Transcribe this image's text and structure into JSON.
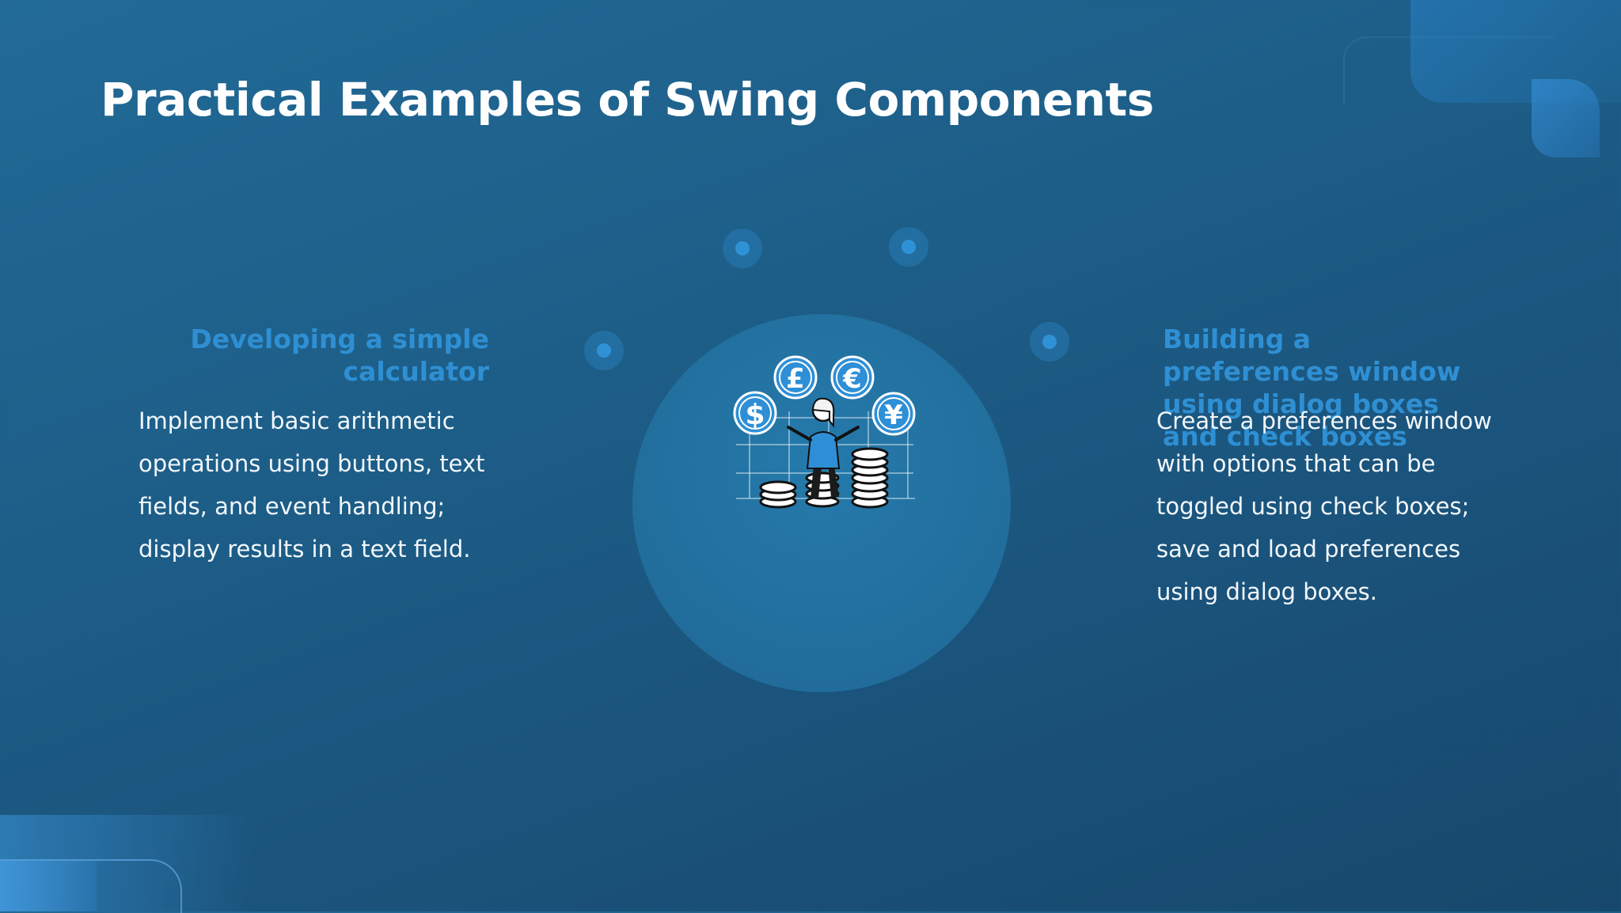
{
  "slide": {
    "title": "Practical Examples of Swing Components"
  },
  "left_item": {
    "heading": "Developing a simple calculator",
    "description": "Implement basic arithmetic operations using buttons, text fields, and event handling; display results in a text field."
  },
  "right_item": {
    "heading": "Building a preferences window using dialog boxes and check boxes",
    "description": "Create a preferences window with options that can be toggled using check boxes; save and load preferences using dialog boxes."
  },
  "illustration": {
    "icon": "person-with-currency-coins-icon",
    "currency_symbols": [
      "$",
      "£",
      "€",
      "¥"
    ]
  },
  "colors": {
    "background": "#1d5f89",
    "accent": "#2f8fd3",
    "title": "#ffffff",
    "body_text": "#f2f7fb"
  }
}
